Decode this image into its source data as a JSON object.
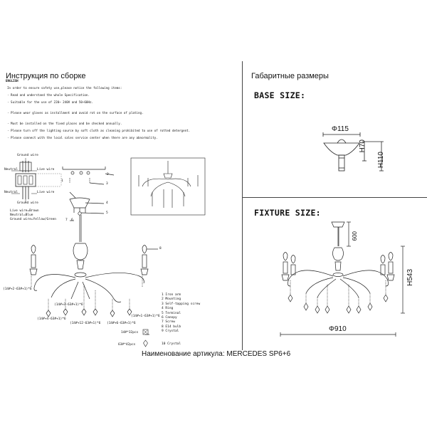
{
  "header": {
    "instructions_title": "Инструкция по сборке",
    "dimensions_title": "Габаритные размеры"
  },
  "instructions": {
    "language": "ENGLISH",
    "lines": [
      "In order to ensure safety use,please notice the following items:",
      "· Read and understand the whole Specification.",
      "· Suitable for the use of 220~ 240V and 50~60Hz.",
      "· Please wear gloves as installment and avoid rot on the surface of plating.",
      "· Must be installed on the fixed places and be checked annually.",
      "· Please turn off the lighting source by soft cloth as cleaning prohibited to use of rotted detergent.",
      "· Please connect with the local sales service center when there are any abnormality."
    ]
  },
  "wiring": {
    "ground_wire_top": "Ground wire",
    "neutral_left_top": "Neutral",
    "live_wire_top": "Live wire",
    "neutral_left_bottom": "Neutral",
    "live_wire_bottom": "Live wire",
    "ground_wire_bottom": "Ground wire",
    "legend": [
      "Live wire=Brown",
      "Neutral=Blue",
      "Ground wire=Yellow/Green"
    ]
  },
  "callouts": {
    "c2": "2",
    "c3": "3",
    "c4": "4",
    "c5": "5",
    "c1": "1",
    "c6": "6",
    "c7": "7",
    "c8": "8"
  },
  "parts_list": [
    "1 Iron arm",
    "2 Mounting",
    "3 Self-tapping screw",
    "4 Ring",
    "5 Terminal",
    "6 Canopy",
    "7 Screw",
    "8 E14 bulb",
    "9 Crystal",
    "10 Crystal"
  ],
  "crystal_labels": {
    "left_upper": "(14#+2-63#+1)*6",
    "left_mid": "(14#+3-63#+1)*6",
    "left_lower": "(14#+4-63#+1)*6",
    "center_lower": "(14#+12-63#+1)*6",
    "right_mid": "(14#+1-63#+1)*6",
    "right_lower": "(14#+6-63#+1)*6",
    "box9": "14#*32pcs",
    "box10": "63#*42pcs"
  },
  "article": "Наименование артикула: MERCEDES SP6+6",
  "base": {
    "heading": "BASE SIZE:",
    "diameter": "Φ115",
    "h1": "H70",
    "h2": "H110"
  },
  "fixture": {
    "heading": "FIXTURE SIZE:",
    "chain": "600",
    "height": "H543",
    "diameter": "Φ910"
  }
}
